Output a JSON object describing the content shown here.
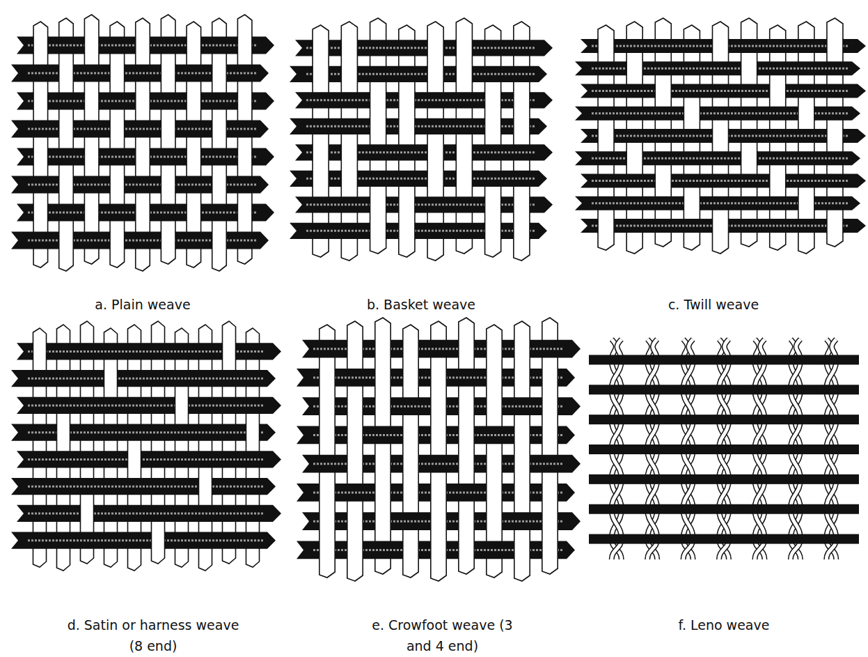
{
  "diagram": {
    "labels": [
      "a. Plain weave",
      "b. Basket weave",
      "c. Twill weave",
      "d. Satin or harness weave (8 end)",
      "e. Crowfoot weave (3 and 4 end)",
      "f. Leno weave"
    ]
  }
}
